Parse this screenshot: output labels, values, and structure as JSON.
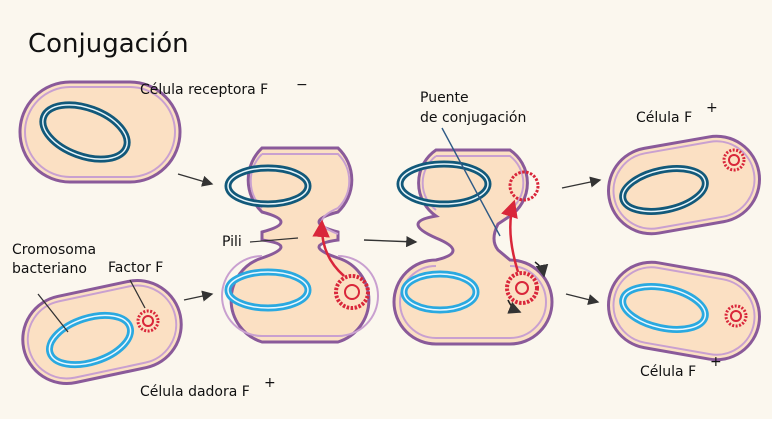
{
  "title": "Conjugación",
  "labels": {
    "receptor": "Célula receptora F",
    "receptor_sign": "−",
    "donor": "Célula dadora F",
    "donor_sign": "+",
    "pili": "Pili",
    "chromosome_line1": "Cromosoma",
    "chromosome_line2": "bacteriano",
    "factor": "Factor F",
    "bridge_line1": "Puente",
    "bridge_line2": "de conjugación",
    "result_top": "Célula F",
    "result_top_sign": "+",
    "result_bottom": "Célula F",
    "result_bottom_sign": "+"
  },
  "colors": {
    "background": "#fbf7ee",
    "cell_fill": "#fbe0c3",
    "membrane_outer": "#8a5a9a",
    "membrane_inner": "#c9a0d0",
    "chromosome_dark": "#12597a",
    "chromosome_light": "#2aa9e0",
    "plasmid": "#d9263a",
    "arrow": "#333333"
  }
}
